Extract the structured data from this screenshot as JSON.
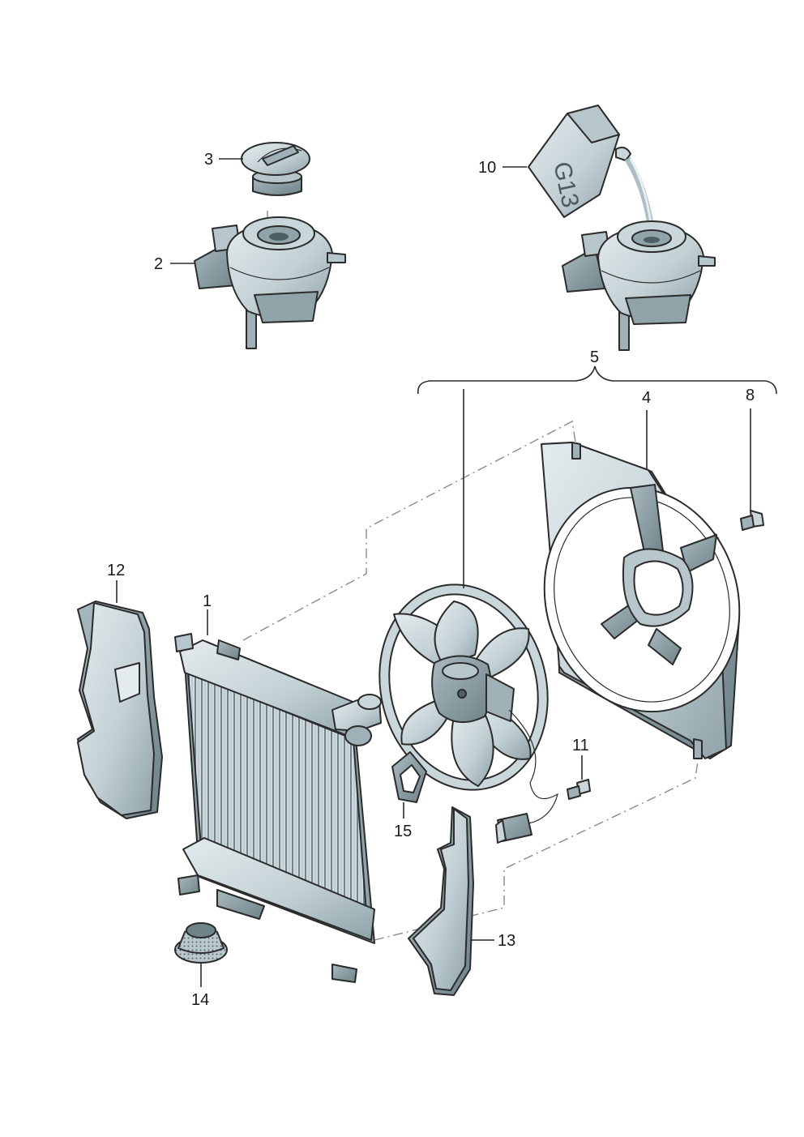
{
  "callouts": {
    "c1": "1",
    "c2": "2",
    "c3": "3",
    "c4": "4",
    "c5": "5",
    "c8": "8",
    "c10": "10",
    "c11": "11",
    "c12": "12",
    "c13": "13",
    "c14": "14",
    "c15": "15"
  },
  "canister_marking": "G13",
  "colors": {
    "part_fill": "#c9d6da",
    "part_shade": "#9fb1b7",
    "part_dark": "#6f8389",
    "line": "#2b2b2b",
    "dashdot": "#8a8a8a"
  }
}
